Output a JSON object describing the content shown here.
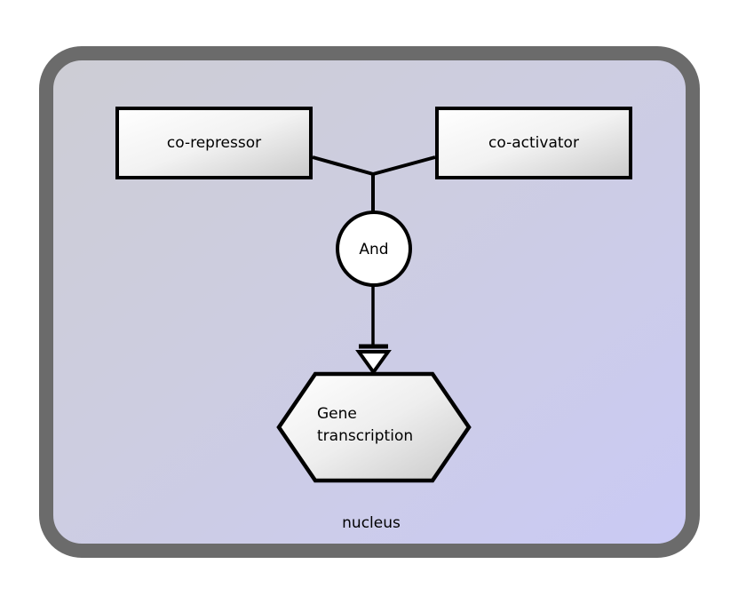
{
  "diagram": {
    "type": "biological-regulatory-logic-diagram",
    "container": {
      "label": "nucleus",
      "label_position": "bottom-center",
      "border_color": "#6b6b6b",
      "fill_gradient_start": "#cdcdd4",
      "fill_gradient_end": "#cacaf5"
    },
    "nodes": [
      {
        "id": "co-repressor",
        "label": "co-repressor",
        "shape": "rectangle",
        "fill_gradient_start": "#ffffff",
        "fill_gradient_end": "#cfcfcf",
        "border_color": "#000000"
      },
      {
        "id": "co-activator",
        "label": "co-activator",
        "shape": "rectangle",
        "fill_gradient_start": "#ffffff",
        "fill_gradient_end": "#cfcfcf",
        "border_color": "#000000"
      },
      {
        "id": "and-gate",
        "label": "And",
        "shape": "circle",
        "fill": "#ffffff",
        "border_color": "#000000"
      },
      {
        "id": "gene-transcription",
        "label_line1": "Gene",
        "label_line2": "transcription",
        "shape": "hexagon",
        "fill_gradient_start": "#ffffff",
        "fill_gradient_end": "#cfcfcf",
        "border_color": "#000000"
      }
    ],
    "edges": [
      {
        "id": "co-repressor-to-and",
        "from": "co-repressor",
        "to": "and-gate",
        "style": "plain-line",
        "arrowhead": "none"
      },
      {
        "id": "co-activator-to-and",
        "from": "co-activator",
        "to": "and-gate",
        "style": "plain-line",
        "arrowhead": "none"
      },
      {
        "id": "and-to-gene-transcription",
        "from": "and-gate",
        "to": "gene-transcription",
        "style": "plain-line",
        "arrowhead": "open-triangle-with-bar"
      }
    ]
  }
}
